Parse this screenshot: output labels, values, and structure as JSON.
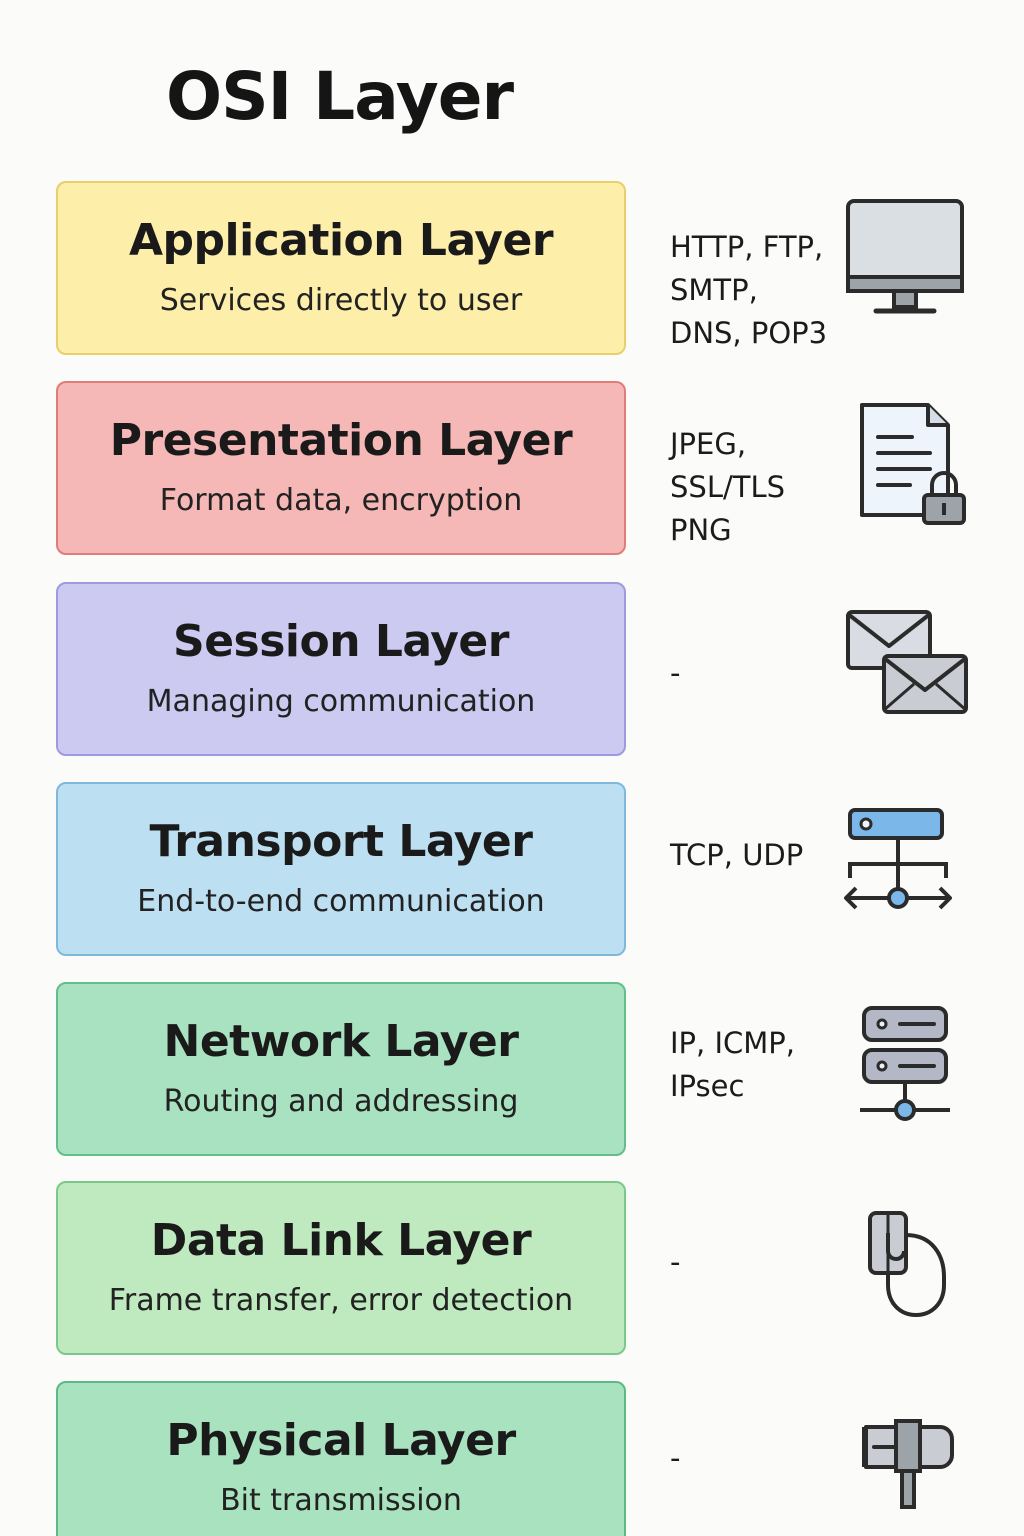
{
  "title": "OSI Layer",
  "layers": [
    {
      "name": "Application Layer",
      "description": "Services directly to user",
      "protocols": [
        "HTTP, FTP,",
        "SMTP,",
        "DNS, POP3"
      ],
      "icon": "monitor-icon",
      "fill": "#fdeeaa",
      "border": "#e8cf6a"
    },
    {
      "name": "Presentation Layer",
      "description": "Format data, encryption",
      "protocols": [
        "JPEG,",
        "SSL/TLS",
        "PNG"
      ],
      "icon": "document-lock-icon",
      "fill": "#f5b8b6",
      "border": "#e07c7a"
    },
    {
      "name": "Session Layer",
      "description": "Managing communication",
      "protocols": [
        "-"
      ],
      "icon": "envelopes-icon",
      "fill": "#cccaf0",
      "border": "#9d9ae0"
    },
    {
      "name": "Transport Layer",
      "description": "End-to-end communication",
      "protocols": [
        "TCP, UDP"
      ],
      "icon": "transport-hub-icon",
      "fill": "#bddff2",
      "border": "#80b8dc"
    },
    {
      "name": "Network Layer",
      "description": "Routing and addressing",
      "protocols": [
        "IP, ICMP,",
        "IPsec"
      ],
      "icon": "server-rack-icon",
      "fill": "#a9e2c0",
      "border": "#63be8a"
    },
    {
      "name": "Data Link Layer",
      "description": "Frame transfer, error detection",
      "protocols": [
        "-"
      ],
      "icon": "mouse-icon",
      "fill": "#bfeabf",
      "border": "#7cc88a"
    },
    {
      "name": "Physical Layer",
      "description": "Bit transmission",
      "protocols": [
        "-"
      ],
      "icon": "cable-plug-icon",
      "fill": "#a9e2bf",
      "border": "#5cba82"
    }
  ]
}
